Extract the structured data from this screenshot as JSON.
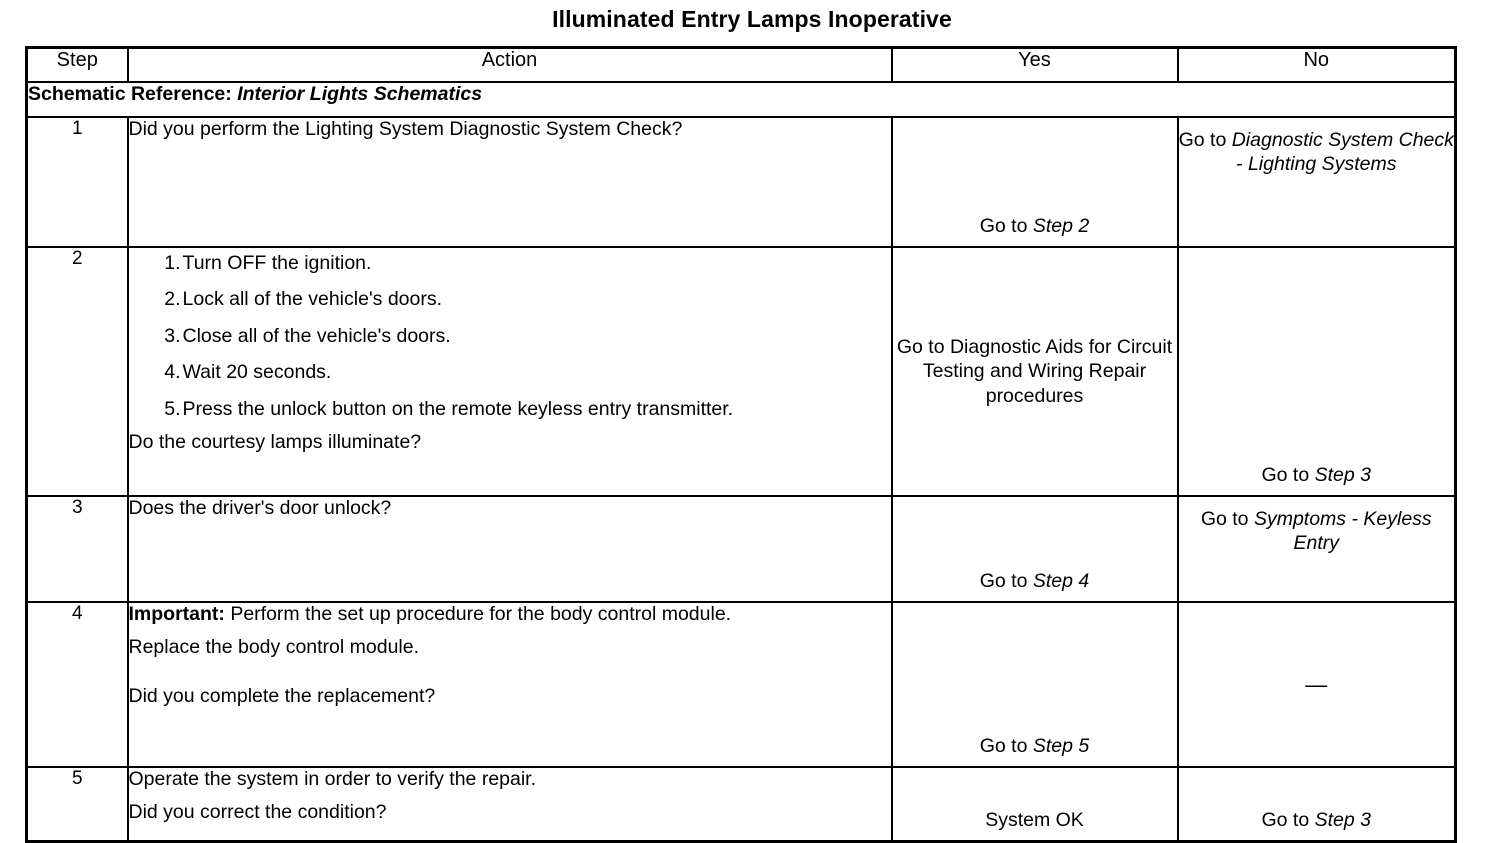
{
  "document": {
    "title": "Illuminated Entry Lamps Inoperative"
  },
  "table": {
    "columns": {
      "step": "Step",
      "action": "Action",
      "yes": "Yes",
      "no": "No"
    },
    "schematic_reference": {
      "label": "Schematic Reference:",
      "value": "Interior Lights Schematics"
    },
    "rows": [
      {
        "step": "1",
        "action": {
          "lines": [
            "Did you perform the Lighting System Diagnostic System Check?"
          ]
        },
        "yes": {
          "prefix": "Go to ",
          "italic": "Step 2"
        },
        "no": {
          "prefix": "Go to ",
          "italic": "Diagnostic System Check - Lighting Systems"
        }
      },
      {
        "step": "2",
        "action": {
          "list": [
            {
              "num": "1.",
              "text": "Turn OFF the ignition."
            },
            {
              "num": "2.",
              "text": "Lock all of the vehicle's doors."
            },
            {
              "num": "3.",
              "text": "Close all of the vehicle's doors."
            },
            {
              "num": "4.",
              "text": "Wait 20 seconds."
            },
            {
              "num": "5.",
              "text": "Press the unlock button on the remote keyless entry transmitter."
            }
          ],
          "question": "Do the courtesy lamps illuminate?"
        },
        "yes": {
          "prefix": "Go to Diagnostic Aids for Circuit Testing and Wiring Repair procedures",
          "italic": ""
        },
        "no": {
          "prefix": "Go to ",
          "italic": "Step 3"
        }
      },
      {
        "step": "3",
        "action": {
          "lines": [
            "Does the driver's door unlock?"
          ]
        },
        "yes": {
          "prefix": "Go to ",
          "italic": "Step 4"
        },
        "no": {
          "prefix": "Go to ",
          "italic": "Symptoms - Keyless Entry"
        }
      },
      {
        "step": "4",
        "action": {
          "important_label": "Important:",
          "important_text": " Perform the set up procedure for the body control module.",
          "instruction": "Replace the body control module.",
          "question": "Did you complete the replacement?"
        },
        "yes": {
          "prefix": "Go to ",
          "italic": "Step 5"
        },
        "no": {
          "prefix": "—",
          "italic": ""
        }
      },
      {
        "step": "5",
        "action": {
          "instruction": "Operate the system in order to verify the repair.",
          "question": "Did you correct the condition?"
        },
        "yes": {
          "prefix": "System OK",
          "italic": ""
        },
        "no": {
          "prefix": "Go to ",
          "italic": "Step 3"
        }
      }
    ]
  },
  "colors": {
    "ink": "#000000",
    "paper": "#ffffff"
  }
}
